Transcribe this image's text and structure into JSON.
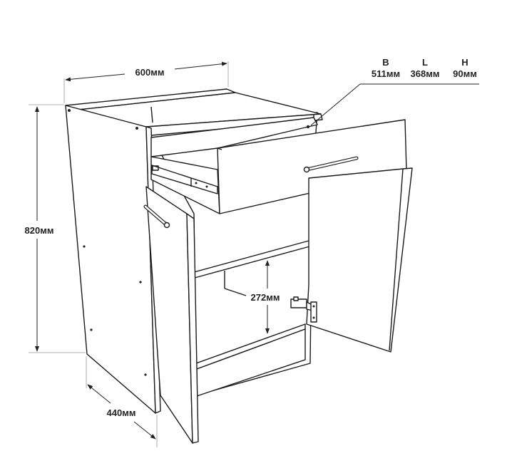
{
  "diagram": {
    "width_label": "600мм",
    "height_label": "820мм",
    "depth_label": "440мм",
    "shelf_gap_label": "272мм",
    "drawer_specs": {
      "headers": [
        "B",
        "L",
        "H"
      ],
      "values": [
        "511мм",
        "368мм",
        "90мм"
      ]
    }
  }
}
